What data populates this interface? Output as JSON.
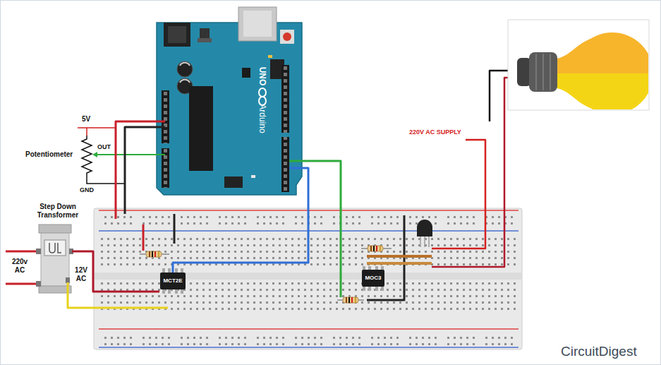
{
  "diagram": {
    "nodes": [
      {
        "text": [
          "UNO",
          "Arduino"
        ]
      },
      {
        "text": [
          "Step Down Transformer"
        ]
      },
      {
        "text": [
          "MCT2E"
        ]
      },
      {
        "text": [
          "MOC3"
        ]
      }
    ],
    "edges": [
      {
        "from": 0,
        "to": 2,
        "arrow": "none"
      }
    ],
    "labels": [
      "5V",
      "OUT",
      "Potentiometer",
      "GND",
      "220v AC",
      "12V AC",
      "220V AC SUPPLY",
      "CircuitDigest"
    ]
  }
}
